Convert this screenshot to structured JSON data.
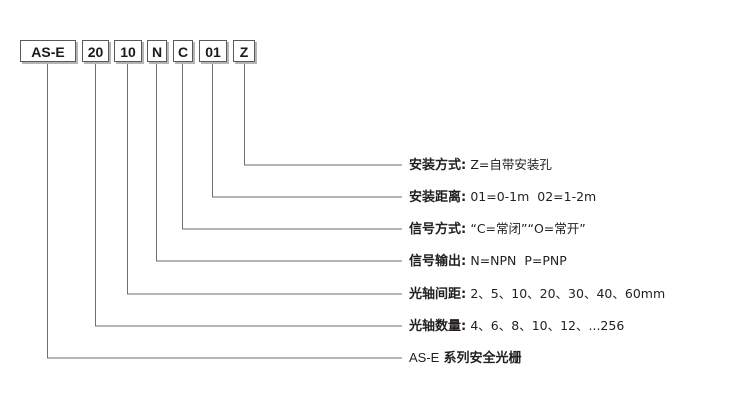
{
  "code_parts": {
    "series": "AS-E",
    "beams": "20",
    "spacing": "10",
    "output": "N",
    "signal": "C",
    "distance": "01",
    "mount": "Z"
  },
  "rows": {
    "mount": {
      "label": "安装方式:",
      "value": "Z=自带安装孔"
    },
    "distance": {
      "label": "安装距离:",
      "value": "01=0-1m  02=1-2m"
    },
    "signal": {
      "label": "信号方式:",
      "value": "“C=常闭”“O=常开”"
    },
    "output": {
      "label": "信号输出:",
      "value": "N=NPN  P=PNP"
    },
    "spacing": {
      "label": "光轴间距:",
      "value": "2、5、10、20、30、40、60mm"
    },
    "beams": {
      "label": "光轴数量:",
      "value": "4、6、8、10、12、...256"
    },
    "series": {
      "code": "AS-E",
      "label": "系列安全光栅"
    }
  },
  "colors": {
    "line": "#6d6e71",
    "box_border": "#5a5a5a",
    "box_shadow": "#b5b5b5",
    "text": "#231f20"
  }
}
